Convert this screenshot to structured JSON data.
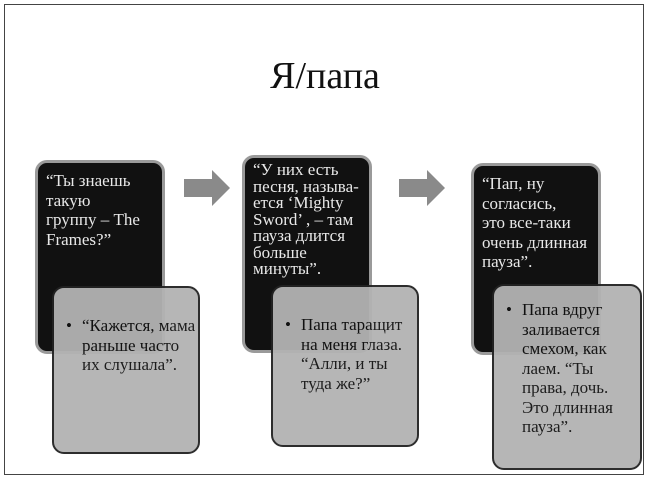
{
  "title": "Я/папа",
  "steps": [
    {
      "quote": [
        "“Ты знаешь",
        "такую",
        "группу – The",
        "Frames?”"
      ],
      "response": [
        "“Кажется, мама",
        "раньше часто",
        "их слушала”."
      ]
    },
    {
      "quote": [
        "“У них есть",
        "песня, называ-",
        "ется ‘Mighty",
        "Sword’ , – там",
        "пауза длится",
        "больше",
        "минуты”."
      ],
      "response": [
        "Папа таращит",
        "на меня глаза.",
        "“Алли, и ты",
        "туда же?”"
      ]
    },
    {
      "quote": [
        "“Пап, ну",
        "согласись,",
        "это все-таки",
        "очень длинная",
        "пауза”."
      ],
      "response": [
        "Папа вдруг",
        "заливается",
        "смехом, как",
        "лаем. “Ты",
        "права, дочь.",
        "Это длинная",
        "пауза”."
      ]
    }
  ],
  "colors": {
    "dark_box": "#111111",
    "light_box": "#b3b3b3",
    "arrow": "#8a8a8a"
  }
}
